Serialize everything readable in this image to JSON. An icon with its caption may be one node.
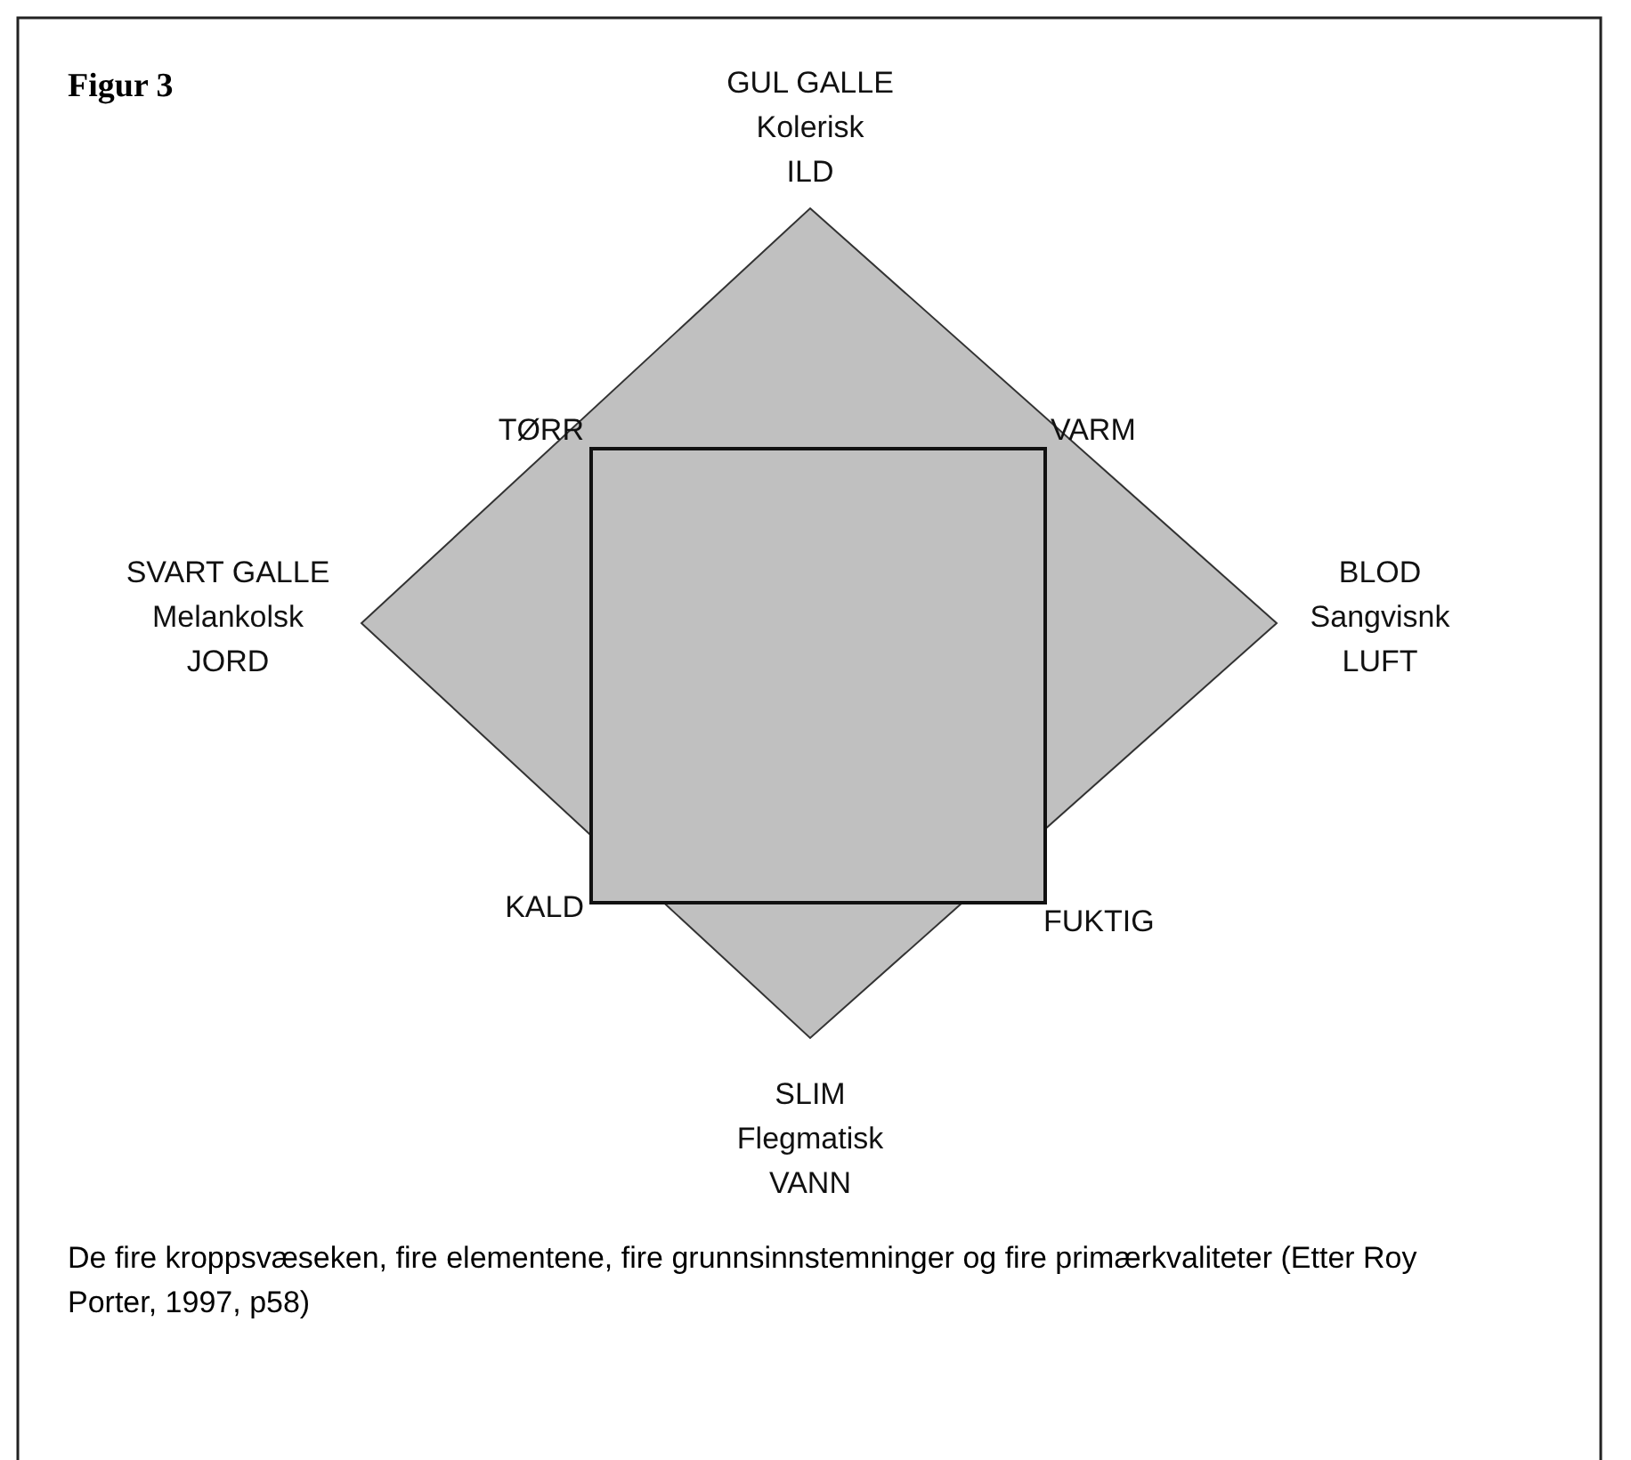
{
  "diagram": {
    "title": "Figur 3",
    "caption": "De fire kroppsvæseken, fire elementene, fire grunnsinnstemninger og fire primærkvaliteter (Etter Roy Porter, 1997, p58)",
    "labels": [
      "GUL GALLE",
      "Kolerisk",
      "ILD",
      "TØRR",
      "VARM",
      "SVART GALLE",
      "Melankolsk",
      "JORD",
      "BLOD",
      "Sangvisnk",
      "LUFT",
      "KALD",
      "FUKTIG",
      "SLIM",
      "Flegmatisk",
      "VANN"
    ]
  }
}
